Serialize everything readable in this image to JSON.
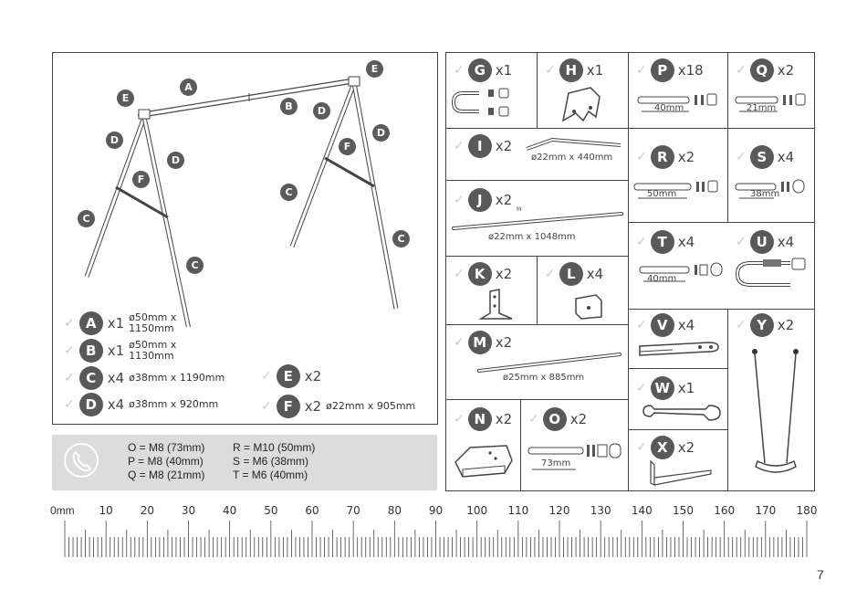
{
  "assembly": {
    "callouts": [
      "A",
      "B",
      "C",
      "C",
      "C",
      "C",
      "D",
      "D",
      "D",
      "D",
      "E",
      "E",
      "F",
      "F"
    ]
  },
  "legend": [
    {
      "letter": "A",
      "qty": "x1",
      "dim": "ø50mm x\n1150mm"
    },
    {
      "letter": "B",
      "qty": "x1",
      "dim": "ø50mm x\n1130mm"
    },
    {
      "letter": "C",
      "qty": "x4",
      "dim": "ø38mm x 1190mm"
    },
    {
      "letter": "D",
      "qty": "x4",
      "dim": "ø38mm x 920mm"
    },
    {
      "letter": "E",
      "qty": "x2",
      "dim": ""
    },
    {
      "letter": "F",
      "qty": "x2",
      "dim": "ø22mm x 905mm"
    }
  ],
  "hardware_key": {
    "col1": [
      "O = M8 (73mm)",
      "P = M8 (40mm)",
      "Q = M8 (21mm)"
    ],
    "col2": [
      "R = M10 (50mm)",
      "S = M6 (38mm)",
      "T = M6 (40mm)"
    ]
  },
  "parts": {
    "G": {
      "letter": "G",
      "qty": "x1"
    },
    "H": {
      "letter": "H",
      "qty": "x1"
    },
    "P": {
      "letter": "P",
      "qty": "x18",
      "dim": "40mm"
    },
    "Q": {
      "letter": "Q",
      "qty": "x2",
      "dim": "21mm"
    },
    "I": {
      "letter": "I",
      "qty": "x2",
      "dim": "ø22mm x 440mm"
    },
    "R": {
      "letter": "R",
      "qty": "x2",
      "dim": "50mm"
    },
    "S": {
      "letter": "S",
      "qty": "x4",
      "dim": "38mm"
    },
    "J": {
      "letter": "J",
      "qty": "x2",
      "dim": "ø22mm x 1048mm",
      "mark": "M"
    },
    "T": {
      "letter": "T",
      "qty": "x4",
      "dim": "40mm"
    },
    "U": {
      "letter": "U",
      "qty": "x4"
    },
    "K": {
      "letter": "K",
      "qty": "x2"
    },
    "L": {
      "letter": "L",
      "qty": "x4"
    },
    "V": {
      "letter": "V",
      "qty": "x4"
    },
    "Y": {
      "letter": "Y",
      "qty": "x2"
    },
    "M": {
      "letter": "M",
      "qty": "x2",
      "dim": "ø25mm x 885mm"
    },
    "W": {
      "letter": "W",
      "qty": "x1"
    },
    "N": {
      "letter": "N",
      "qty": "x2"
    },
    "O": {
      "letter": "O",
      "qty": "x2",
      "dim": "73mm"
    },
    "X": {
      "letter": "X",
      "qty": "x2"
    }
  },
  "ruler": {
    "unit_label": "0mm",
    "labels": [
      "10",
      "20",
      "30",
      "40",
      "50",
      "60",
      "70",
      "80",
      "90",
      "100",
      "110",
      "120",
      "130",
      "140",
      "150",
      "160",
      "170",
      "180"
    ]
  },
  "page_number": "7"
}
